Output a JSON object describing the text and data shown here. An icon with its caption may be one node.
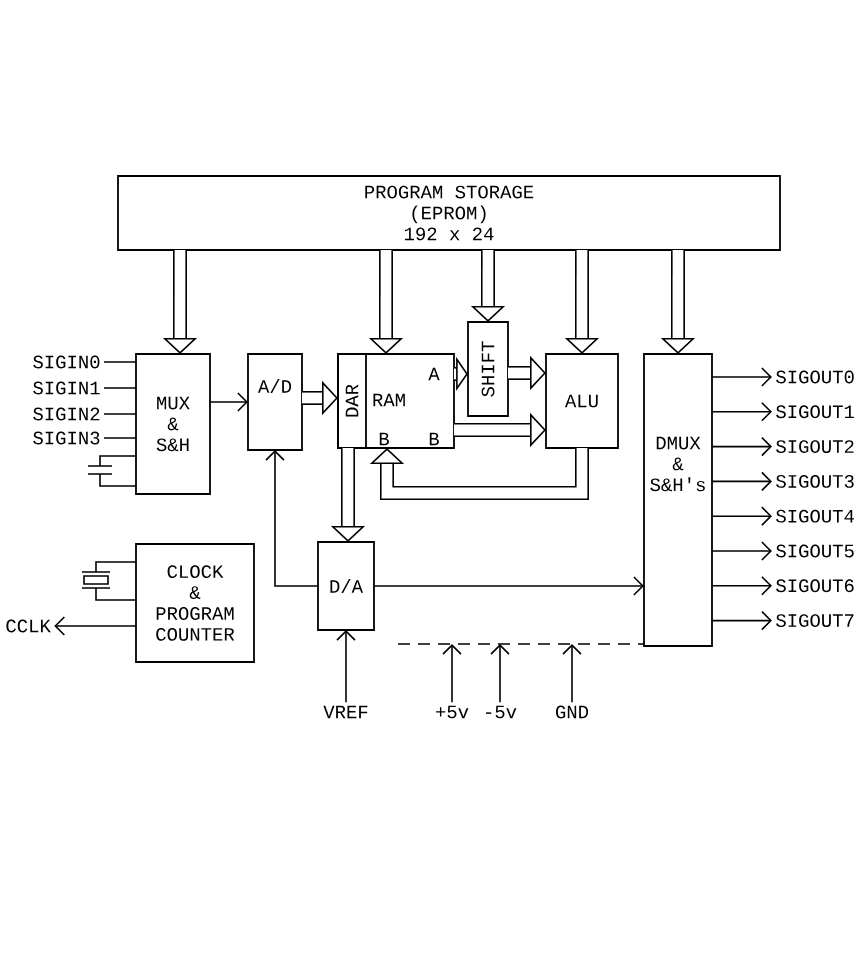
{
  "diagram": {
    "nodes": [
      {
        "text": [
          "PROGRAM STORAGE",
          "(EPROM)",
          "192 x 24"
        ]
      },
      {
        "text": [
          "SIGIN0"
        ]
      },
      {
        "text": [
          "SIGIN1"
        ]
      },
      {
        "text": [
          "SIGIN2"
        ]
      },
      {
        "text": [
          "SIGIN3"
        ]
      },
      {
        "text": [
          "MUX & S&H"
        ]
      },
      {
        "text": [
          "A/D"
        ]
      },
      {
        "text": [
          "RAM",
          "A",
          "B",
          "B"
        ]
      },
      {
        "text": [
          "DAR"
        ],
        "in": 7
      },
      {
        "text": [
          "SHIFT"
        ]
      },
      {
        "text": [
          "ALU"
        ]
      },
      {
        "text": [
          "DMUX & S&H's"
        ]
      },
      {
        "text": [
          "SIGOUT0"
        ]
      },
      {
        "text": [
          "SIGOUT1"
        ]
      },
      {
        "text": [
          "SIGOUT2"
        ]
      },
      {
        "text": [
          "SIGOUT3"
        ]
      },
      {
        "text": [
          "SIGOUT4"
        ]
      },
      {
        "text": [
          "SIGOUT5"
        ]
      },
      {
        "text": [
          "SIGOUT6"
        ]
      },
      {
        "text": [
          "SIGOUT7"
        ]
      },
      {
        "text": [
          "CLOCK & PROGRAM COUNTER"
        ]
      },
      {
        "text": [
          "CCLK"
        ]
      },
      {
        "text": [
          "D/A"
        ]
      },
      {
        "text": [
          "VREF"
        ]
      },
      {
        "text": [
          "+5v"
        ]
      },
      {
        "text": [
          "-5v"
        ]
      },
      {
        "text": [
          "GND"
        ]
      }
    ],
    "edges": [
      {
        "from": 0,
        "to": 5,
        "arrow": "to",
        "style": "thick"
      },
      {
        "from": 0,
        "to": 7,
        "arrow": "to",
        "style": "thick"
      },
      {
        "from": 0,
        "to": 9,
        "arrow": "to",
        "style": "thick"
      },
      {
        "from": 0,
        "to": 10,
        "arrow": "to",
        "style": "thick"
      },
      {
        "from": 0,
        "to": 11,
        "arrow": "to",
        "style": "thick"
      },
      {
        "from": 1,
        "to": 5,
        "arrow": "none"
      },
      {
        "from": 2,
        "to": 5,
        "arrow": "none"
      },
      {
        "from": 3,
        "to": 5,
        "arrow": "none"
      },
      {
        "from": 4,
        "to": 5,
        "arrow": "none"
      },
      {
        "from": 5,
        "to": 6,
        "arrow": "to"
      },
      {
        "from": 6,
        "to": 8,
        "arrow": "to",
        "style": "thick"
      },
      {
        "from": 7,
        "to": 9,
        "arrow": "to",
        "style": "thick"
      },
      {
        "from": 9,
        "to": 10,
        "arrow": "to",
        "style": "thick"
      },
      {
        "from": 7,
        "to": 10,
        "arrow": "to",
        "style": "thick"
      },
      {
        "from": 10,
        "to": 7,
        "arrow": "to",
        "style": "thick"
      },
      {
        "from": 8,
        "to": 22,
        "arrow": "to",
        "style": "thick"
      },
      {
        "from": 22,
        "to": 6,
        "arrow": "to"
      },
      {
        "from": 22,
        "to": 11,
        "arrow": "to"
      },
      {
        "from": 11,
        "to": 12,
        "arrow": "to"
      },
      {
        "from": 11,
        "to": 13,
        "arrow": "to"
      },
      {
        "from": 11,
        "to": 14,
        "arrow": "to"
      },
      {
        "from": 11,
        "to": 15,
        "arrow": "to"
      },
      {
        "from": 11,
        "to": 16,
        "arrow": "to"
      },
      {
        "from": 11,
        "to": 17,
        "arrow": "to"
      },
      {
        "from": 11,
        "to": 18,
        "arrow": "to"
      },
      {
        "from": 11,
        "to": 19,
        "arrow": "to"
      },
      {
        "from": 20,
        "to": 21,
        "arrow": "to"
      },
      {
        "from": 23,
        "to": 22,
        "arrow": "to"
      },
      {
        "from": 24,
        "to": null,
        "arrow": "to"
      },
      {
        "from": 25,
        "to": null,
        "arrow": "to"
      },
      {
        "from": 26,
        "to": null,
        "arrow": "to"
      }
    ]
  }
}
